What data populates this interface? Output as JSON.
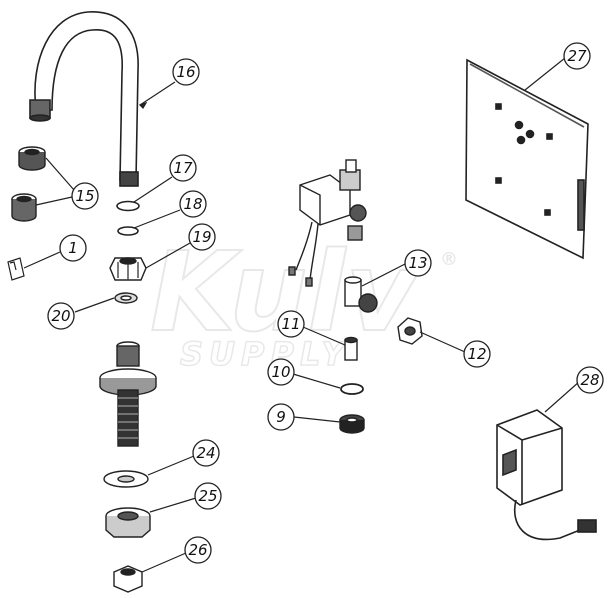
{
  "diagram": {
    "watermark": {
      "brand": "Kulv",
      "sub": "SUPPLY",
      "reg": "®"
    },
    "callouts": [
      {
        "id": "c16",
        "label": "16"
      },
      {
        "id": "c17",
        "label": "17"
      },
      {
        "id": "c18",
        "label": "18"
      },
      {
        "id": "c19",
        "label": "19"
      },
      {
        "id": "c15",
        "label": "15"
      },
      {
        "id": "c1",
        "label": "1"
      },
      {
        "id": "c20",
        "label": "20"
      },
      {
        "id": "c24",
        "label": "24"
      },
      {
        "id": "c25",
        "label": "25"
      },
      {
        "id": "c26",
        "label": "26"
      },
      {
        "id": "c27",
        "label": "27"
      },
      {
        "id": "c13",
        "label": "13"
      },
      {
        "id": "c11",
        "label": "11"
      },
      {
        "id": "c12",
        "label": "12"
      },
      {
        "id": "c10",
        "label": "10"
      },
      {
        "id": "c9",
        "label": "9"
      },
      {
        "id": "c28",
        "label": "28"
      }
    ]
  }
}
